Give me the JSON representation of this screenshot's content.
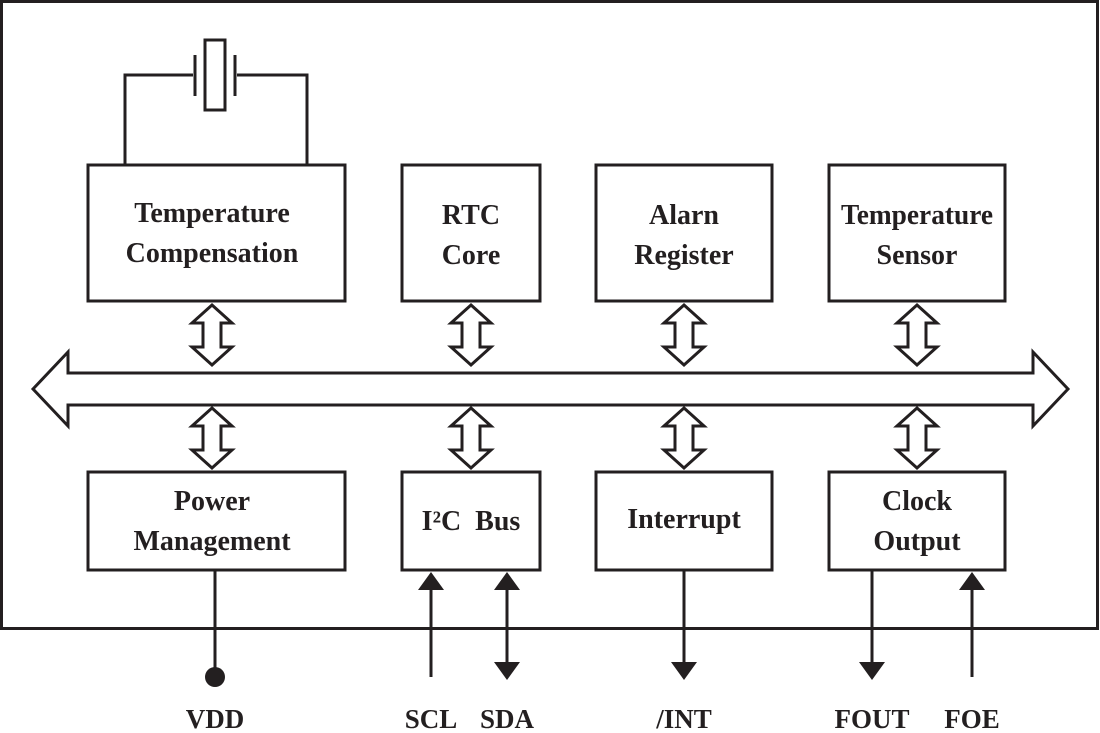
{
  "blocks": {
    "temp_comp": [
      "Temperature",
      "Compensation"
    ],
    "rtc_core": [
      "RTC",
      "Core"
    ],
    "alarm_register": [
      "Alarn",
      "Register"
    ],
    "temp_sensor": [
      "Temperature",
      "Sensor"
    ],
    "power_mgmt": [
      "Power",
      "Management"
    ],
    "i2c_bus": [
      "I²C  Bus"
    ],
    "interrupt": [
      "Interrupt"
    ],
    "clock_output": [
      "Clock",
      "Output"
    ]
  },
  "pins": {
    "vdd": "VDD",
    "scl": "SCL",
    "sda": "SDA",
    "int": "/INT",
    "fout": "FOUT",
    "foe": "FOE"
  },
  "colors": {
    "ink": "#231f20",
    "background": "#ffffff"
  }
}
